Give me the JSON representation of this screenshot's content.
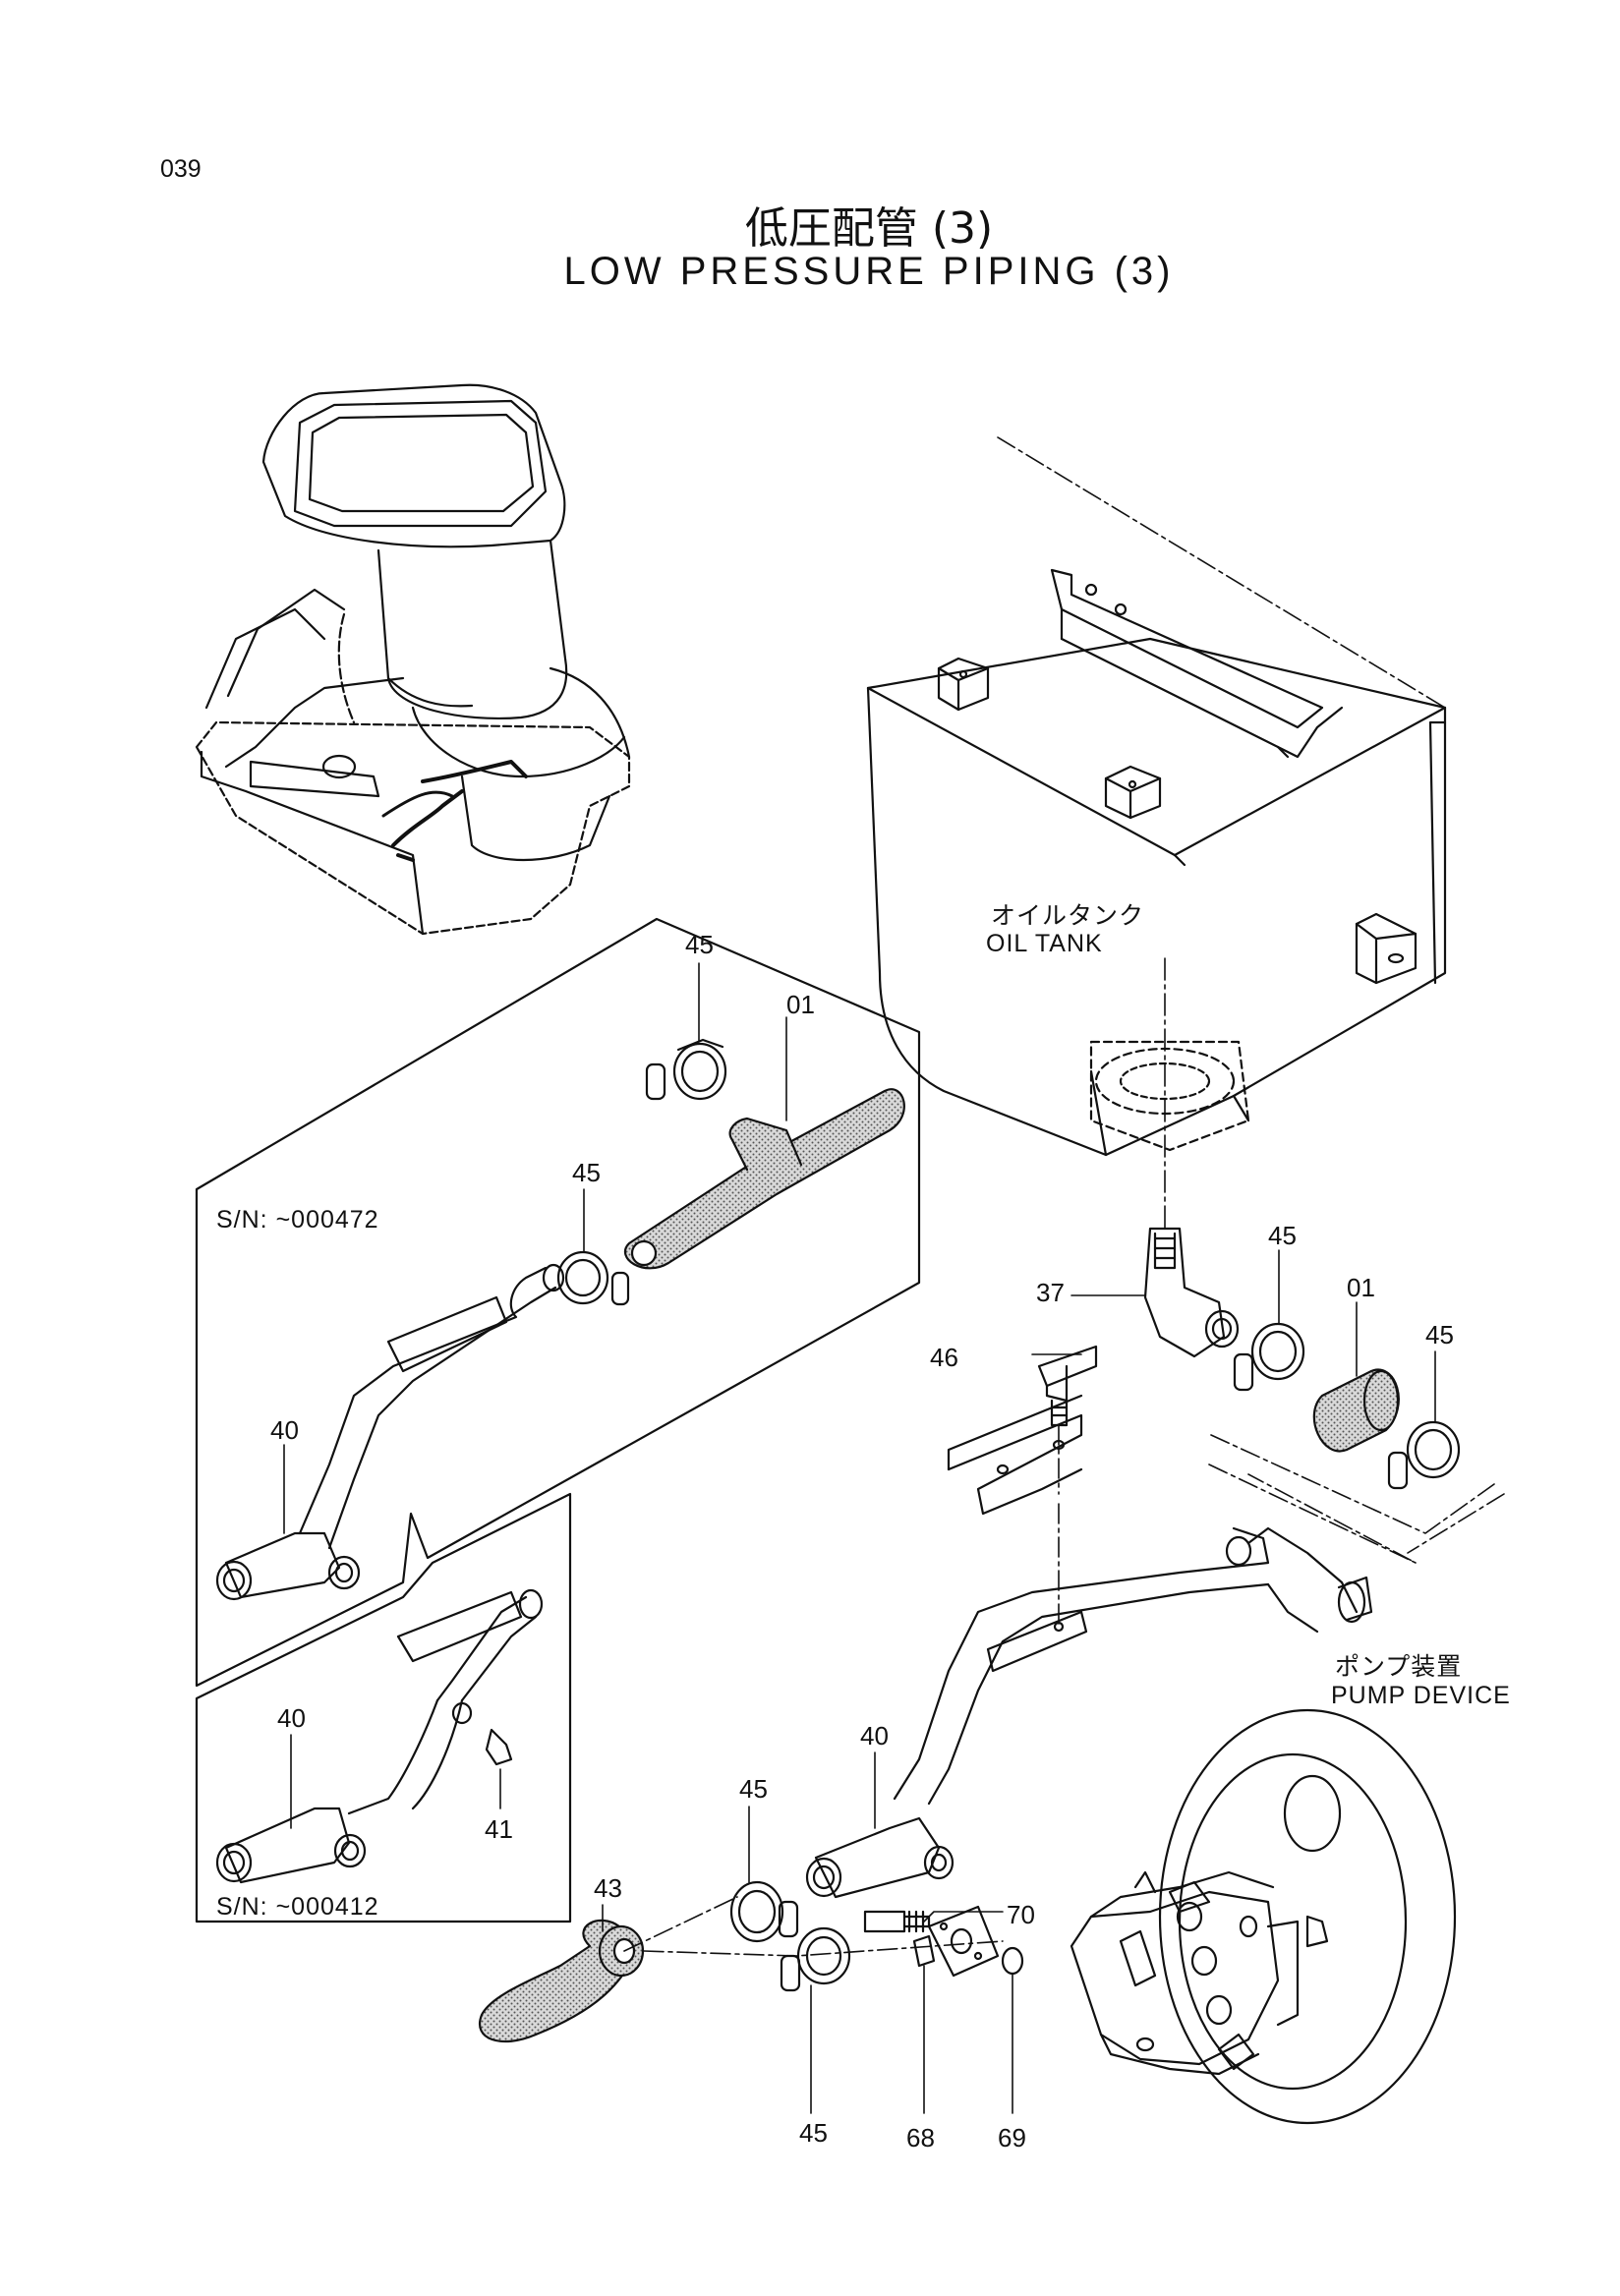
{
  "page_number": "039",
  "title": {
    "jp": "低圧配管 (3)",
    "en": "LOW PRESSURE PIPING (3)"
  },
  "labels": {
    "oil_tank_jp": "オイルタンク",
    "oil_tank_en": "OIL TANK",
    "pump_device_jp": "ポンプ装置",
    "pump_device_en": "PUMP DEVICE",
    "serial_upper": "S/N:  ~000472",
    "serial_lower": "S/N:  ~000412"
  },
  "callouts": {
    "c45_top": "45",
    "c01_top": "01",
    "c45_mid": "45",
    "c40_upper": "40",
    "c40_lower": "40",
    "c41": "41",
    "c37": "37",
    "c45_r1": "45",
    "c01_right": "01",
    "c45_r2": "45",
    "c46": "46",
    "c40_main": "40",
    "c45_bl1": "45",
    "c43": "43",
    "c70": "70",
    "c45_bl2": "45",
    "c68": "68",
    "c69": "69"
  }
}
